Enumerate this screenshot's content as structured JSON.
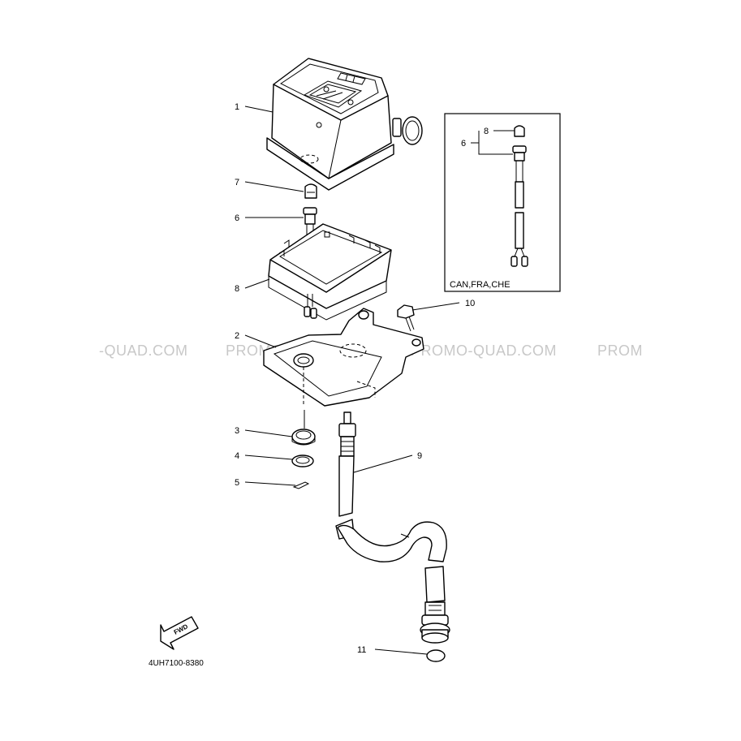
{
  "watermark": {
    "segments": [
      "-QUAD.COM",
      "PROMO-QUAD.COM",
      "PROMO-QUAD.COM",
      "PROM"
    ]
  },
  "diagram_code": "4UH7100-8380",
  "direction_label": "FWD",
  "inset": {
    "label": "CAN,FRA,CHE",
    "callouts": {
      "a": "8",
      "b": "6"
    }
  },
  "callouts": {
    "c1": "1",
    "c2": "2",
    "c3": "3",
    "c4": "4",
    "c5": "5",
    "c6": "6",
    "c7": "7",
    "c8": "8",
    "c9": "9",
    "c10": "10",
    "c11": "11"
  }
}
